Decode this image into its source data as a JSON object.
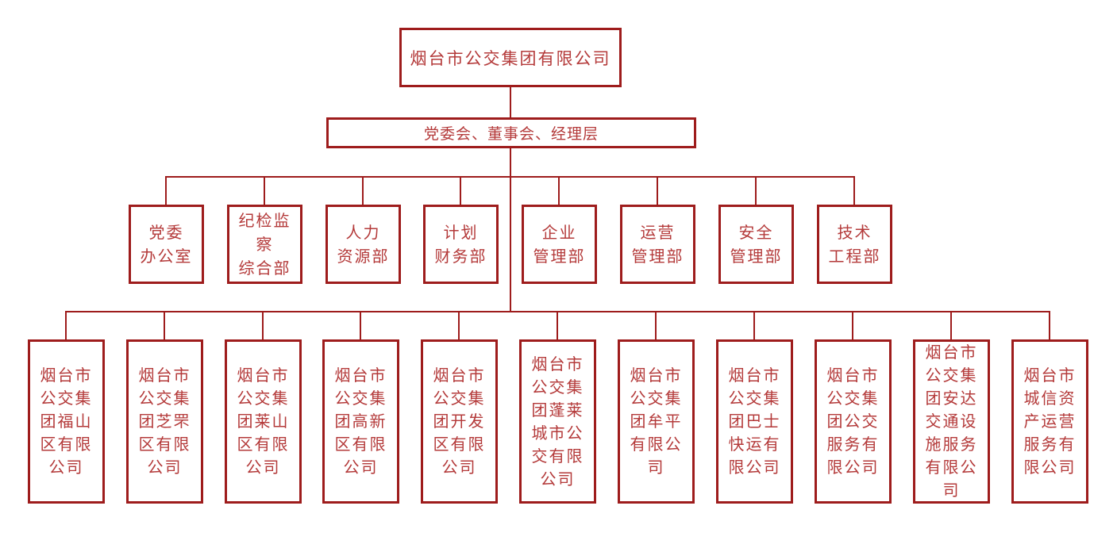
{
  "colors": {
    "box_border": "#9E1C1C",
    "text": "#B43A3A",
    "connector_line": "#9E1C1C",
    "background": "#FFFFFF"
  },
  "org_chart": {
    "root": {
      "label": "烟台市公交集团有限公司"
    },
    "governance": {
      "label": "党委会、董事会、经理层"
    },
    "departments": [
      {
        "label": "党委\n办公室"
      },
      {
        "label": "纪检监\n察\n综合部"
      },
      {
        "label": "人力\n资源部"
      },
      {
        "label": "计划\n财务部"
      },
      {
        "label": "企业\n管理部"
      },
      {
        "label": "运营\n管理部"
      },
      {
        "label": "安全\n管理部"
      },
      {
        "label": "技术\n工程部"
      }
    ],
    "subsidiaries": [
      {
        "label": "烟台市\n公交集\n团福山\n区有限\n公司"
      },
      {
        "label": "烟台市\n公交集\n团芝罘\n区有限\n公司"
      },
      {
        "label": "烟台市\n公交集\n团莱山\n区有限\n公司"
      },
      {
        "label": "烟台市\n公交集\n团高新\n区有限\n公司"
      },
      {
        "label": "烟台市\n公交集\n团开发\n区有限\n公司"
      },
      {
        "label": "烟台市\n公交集\n团蓬莱\n城市公\n交有限\n公司"
      },
      {
        "label": "烟台市\n公交集\n团牟平\n有限公\n司"
      },
      {
        "label": "烟台市\n公交集\n团巴士\n快运有\n限公司"
      },
      {
        "label": "烟台市\n公交集\n团公交\n服务有\n限公司"
      },
      {
        "label": "烟台市\n公交集\n团安达\n交通设\n施服务\n有限公\n司"
      },
      {
        "label": "烟台市\n城信资\n产运营\n服务有\n限公司"
      }
    ]
  }
}
